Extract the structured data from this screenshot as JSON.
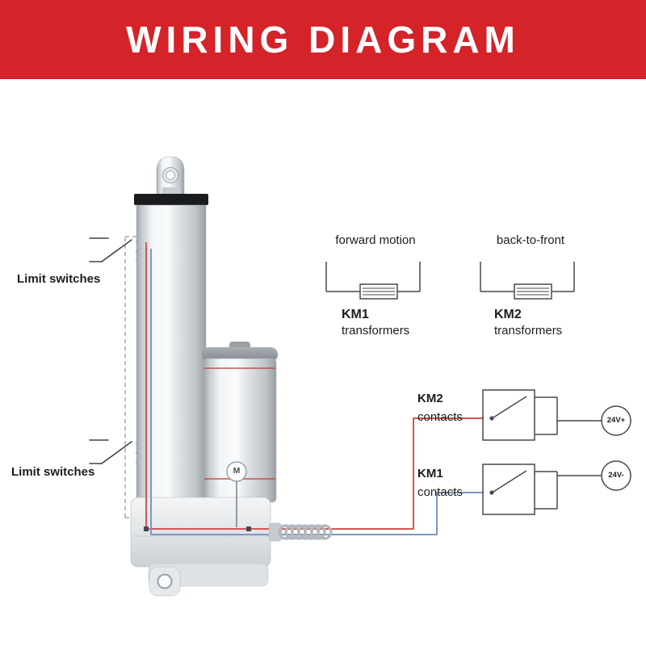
{
  "header": {
    "title": "WIRING DIAGRAM"
  },
  "colors": {
    "header_bg": "#d42329",
    "header_text": "#ffffff",
    "wire_red": "#d65550",
    "wire_blue": "#7b97c2",
    "circuit_line": "#45494e"
  },
  "actuator": {
    "motor_label": "M"
  },
  "labels": {
    "limit_switches_top": "Limit switches",
    "limit_switches_bottom": "Limit switches"
  },
  "transformers": {
    "km1": {
      "caption": "forward motion",
      "name": "KM1",
      "type": "transformers"
    },
    "km2": {
      "caption": "back-to-front",
      "name": "KM2",
      "type": "transformers"
    }
  },
  "contacts": {
    "km2": {
      "name": "KM2",
      "type": "contacts"
    },
    "km1": {
      "name": "KM1",
      "type": "contacts"
    }
  },
  "terminals": {
    "positive": "24V+",
    "negative": "24V-"
  }
}
